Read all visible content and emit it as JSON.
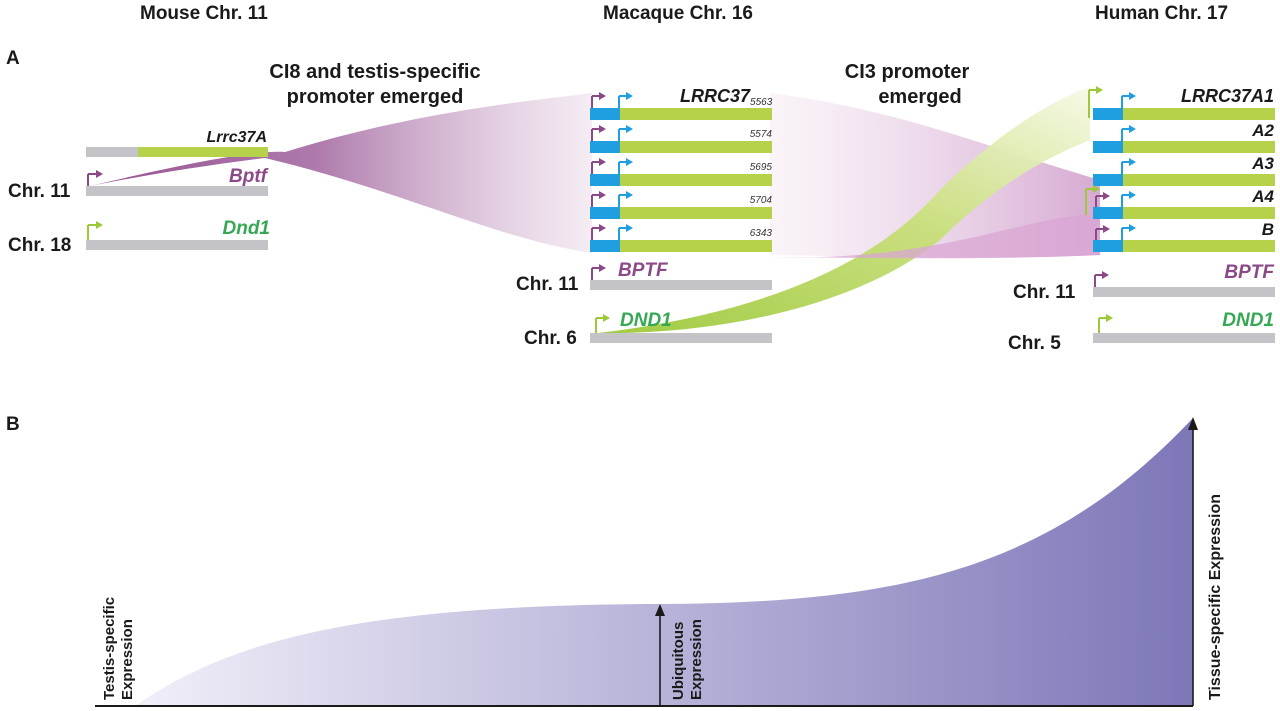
{
  "headers": {
    "mouse": "Mouse Chr. 11",
    "macaque": "Macaque Chr. 16",
    "human": "Human Chr. 17"
  },
  "panels": {
    "a": "A",
    "b": "B"
  },
  "events": {
    "ci8_line1": "CI8 and testis-specific",
    "ci8_line2": "promoter emerged",
    "ci3_line1": "CI3 promoter",
    "ci3_line2": "emerged"
  },
  "mouse": {
    "chr11": "Chr. 11",
    "chr18": "Chr. 18",
    "lrrc37a": "Lrrc37A",
    "bptf": "Bptf",
    "dnd1": "Dnd1"
  },
  "macaque": {
    "gene_main": "LRRC37",
    "copies": [
      "5563",
      "5574",
      "5695",
      "5704",
      "6343"
    ],
    "chr11": "Chr. 11",
    "chr6": "Chr. 6",
    "bptf": "BPTF",
    "dnd1": "DND1"
  },
  "human": {
    "genes": [
      "LRRC37A1",
      "A2",
      "A3",
      "A4",
      "B"
    ],
    "chr11": "Chr. 11",
    "chr5": "Chr. 5",
    "bptf": "BPTF",
    "dnd1": "DND1"
  },
  "expression": {
    "testis": [
      "Testis-specific",
      "Expression"
    ],
    "ubiquitous": [
      "Ubiquitous",
      "Expression"
    ],
    "tissue": "Tissue-specific Expression"
  },
  "colors": {
    "gene_green": "#b5d24a",
    "gray": "#c4c4c8",
    "blue": "#1f9fe0",
    "purple": "#8b4a87",
    "purple_light": "#dcbcd8",
    "green_text": "#34a853",
    "area": "#7e78b8"
  }
}
